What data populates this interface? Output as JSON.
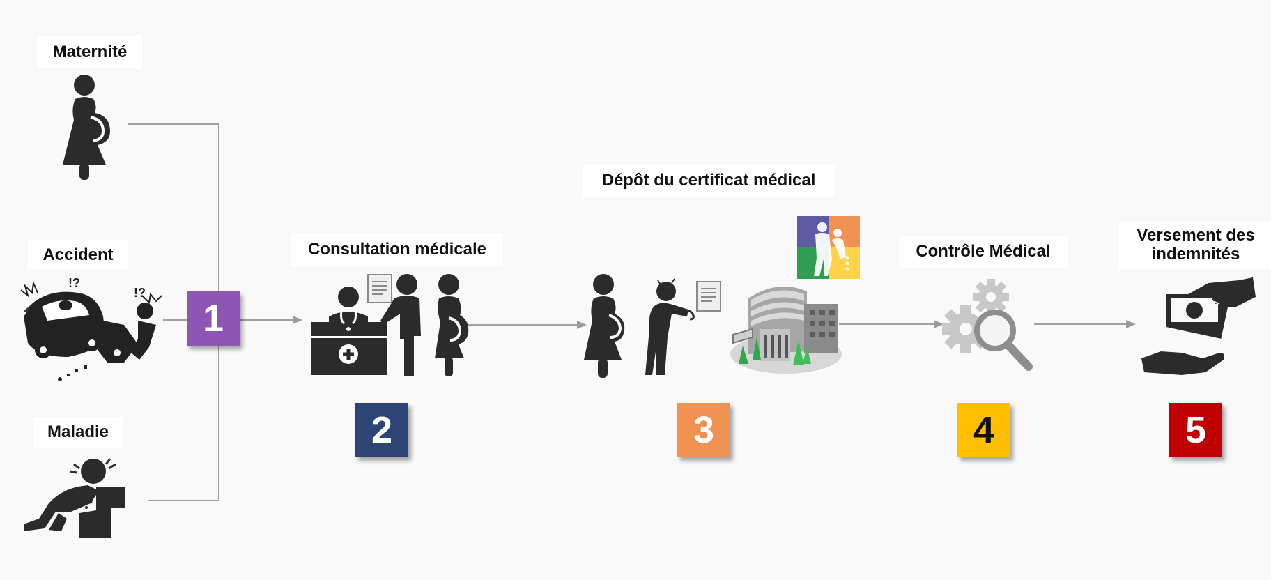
{
  "causes": {
    "maternite": "Maternité",
    "accident": "Accident",
    "maladie": "Maladie"
  },
  "steps": [
    {
      "number": "1",
      "color": "#8e56b3"
    },
    {
      "number": "2",
      "label": "Consultation médicale",
      "color": "#2c4575"
    },
    {
      "number": "3",
      "label": "Dépôt du certificat médical",
      "color": "#ef9254"
    },
    {
      "number": "4",
      "label": "Contrôle Médical",
      "color": "#ffbe00"
    },
    {
      "number": "5",
      "label": "Versement des indemnités",
      "color": "#c00000"
    }
  ],
  "accident_marks": {
    "left": "!?",
    "right": "!?"
  },
  "colors": {
    "connector": "#a0a0a0",
    "pictogram": "#2b2b2b",
    "background": "#f9f9f9"
  },
  "icons": [
    "pregnant-woman-icon",
    "car-accident-icon",
    "sick-person-icon",
    "doctor-consultation-icon",
    "certificate-deposit-icon",
    "hospital-building-icon",
    "family-care-logo-icon",
    "gears-magnifier-icon",
    "money-hands-icon"
  ]
}
